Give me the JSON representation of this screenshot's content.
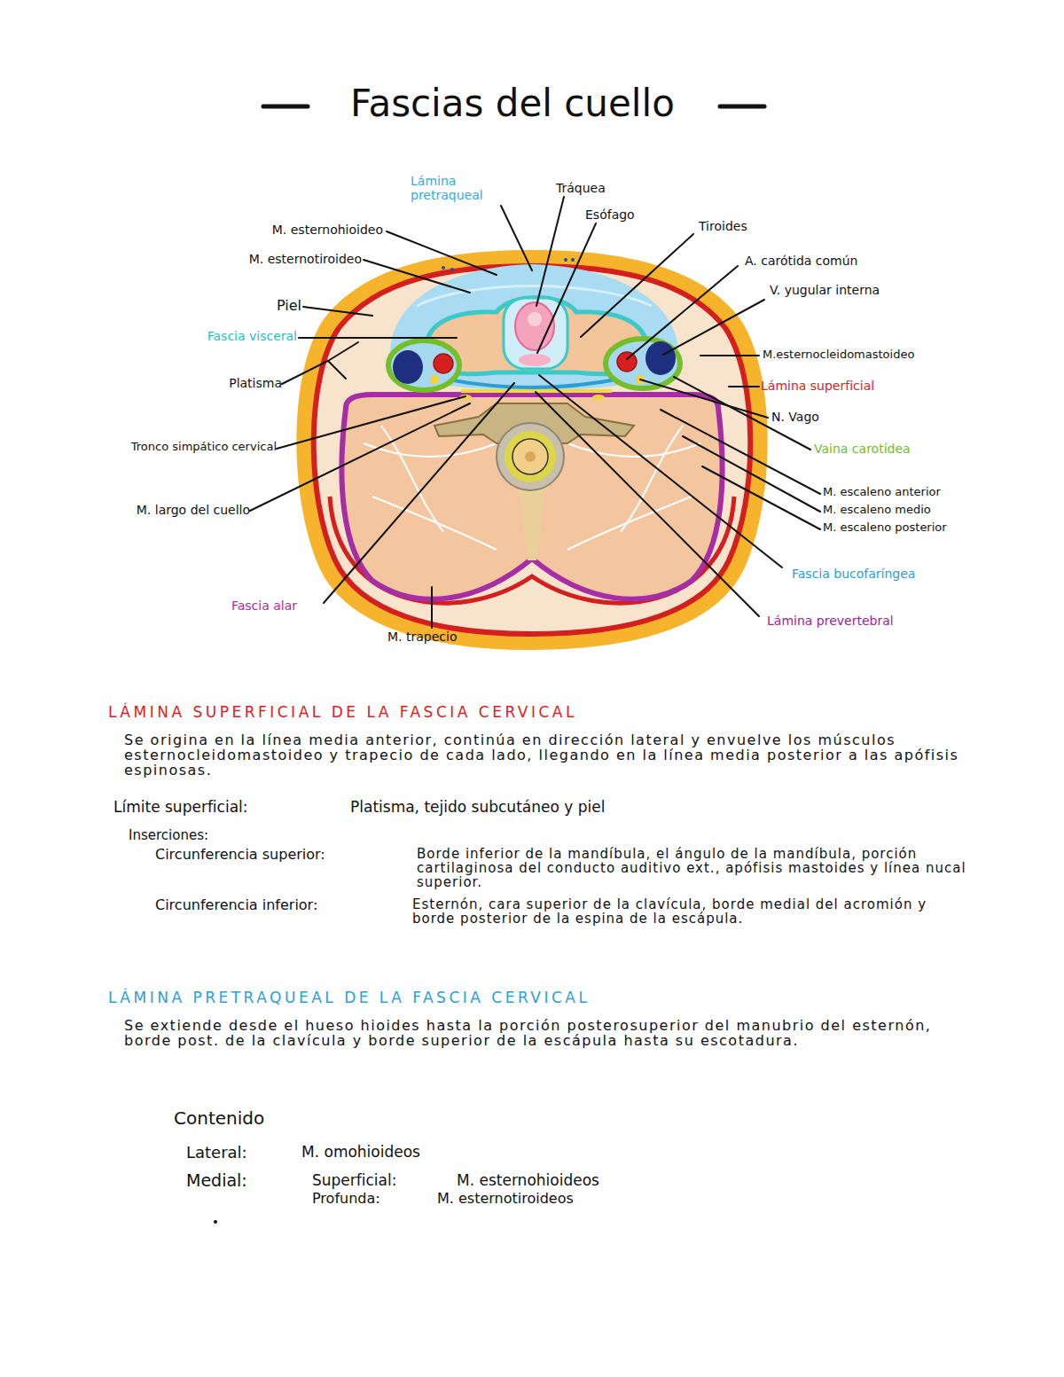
{
  "diagram": {
    "title": "Fascias del cuello",
    "labels": [
      "Lámina pretraqueal",
      "Tráquea",
      "M. esternohioideo",
      "Esófago",
      "Tiroides",
      "M. esternotiroideo",
      "A. carótida común",
      "V. yugular interna",
      "Piel",
      "Fascia visceral",
      "M.esternocleidomastoideo",
      "Platisma",
      "Lámina superficial",
      "N. Vago",
      "Tronco simpático cervical",
      "Vaina carotídea",
      "M. escaleno anterior",
      "M. escaleno medio",
      "M. escaleno posterior",
      "M. largo del cuello",
      "Fascia bucofaríngea",
      "Fascia alar",
      "Lámina prevertebral",
      "M. trapecio",
      "LÁMINA SUPERFICIAL DE LA FASCIA CERVICAL",
      "Se origina en la línea media anterior, continúa en dirección lateral y envuelve los músculos esternocleidomastoideo y trapecio de cada lado, llegando en la línea media posterior a las apófisis espinosas.",
      "Límite superficial:",
      "Platisma, tejido subcutáneo y piel",
      "Inserciones:",
      "Circunferencia superior:",
      "Borde inferior de la mandíbula, el ángulo de la mandíbula, porción cartilaginosa del conducto auditivo ext., apófisis mastoides y línea nucal superior.",
      "Circunferencia inferior:",
      "Esternón, cara superior de la clavícula, borde medial del acromión y borde posterior de la espina de la escápula.",
      "LÁMINA PRETRAQUEAL DE LA FASCIA CERVICAL",
      "Se extiende desde el hueso hioides hasta la porción posterosuperior del manubrio del esternón, borde post. de la clavícula y borde superior de la escápula hasta su escotadura.",
      "Contenido",
      "Lateral:",
      "M. omohioideos",
      "Medial:",
      "Superficial:",
      "M. esternohioideos",
      "Profunda:",
      "M. esternotiroideos"
    ]
  }
}
